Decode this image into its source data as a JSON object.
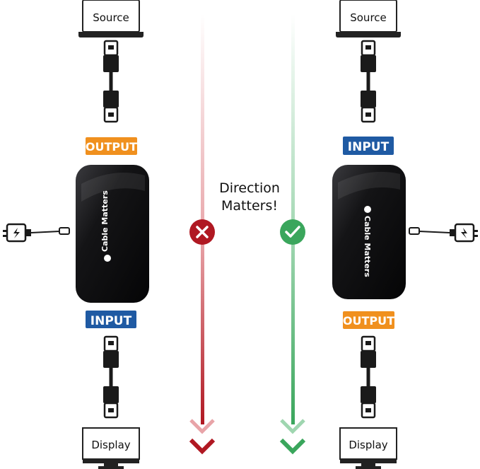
{
  "left": {
    "source_label": "Source",
    "top_badge": "OUTPUT",
    "bottom_badge": "INPUT",
    "display_label": "Display",
    "verdict": "incorrect"
  },
  "right": {
    "source_label": "Source",
    "top_badge": "INPUT",
    "bottom_badge": "OUTPUT",
    "display_label": "Display",
    "verdict": "correct"
  },
  "center": {
    "caption_line1": "Direction",
    "caption_line2": "Matters!"
  },
  "device": {
    "brand": "Cable Matters"
  },
  "colors": {
    "output_badge": "#f0901e",
    "input_badge": "#1f5aa3",
    "wrong": "#b01822",
    "right": "#3aa65c"
  },
  "icons": {
    "source": "laptop-icon",
    "display": "monitor-icon",
    "cable": "displayport-cable-icon",
    "power": "usb-power-adapter-icon",
    "wrong_mark": "x-circle-icon",
    "right_mark": "check-circle-icon"
  }
}
